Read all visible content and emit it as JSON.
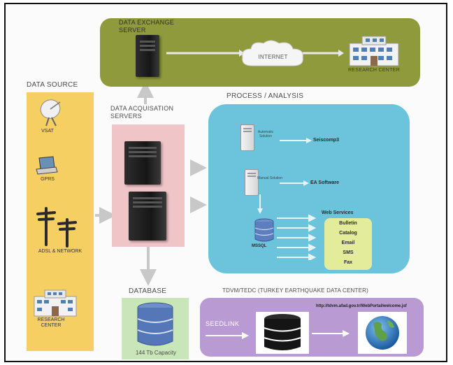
{
  "labels": {
    "data_exchange_server": "DATA EXCHANGE SERVER",
    "internet": "INTERNET",
    "research_center_top": "RESEARCH CENTER",
    "data_source": "DATA SOURCE",
    "data_acquisition_servers": "DATA ACQUISATION SERVERS",
    "process_analysis": "PROCESS / ANALYSIS",
    "vsat": "VSAT",
    "gprs": "GPRS",
    "adsl_network": "ADSL & NETWORK",
    "research_center_left": "RESEARCH CENTER",
    "automatic_solution": "Automatic Solution",
    "seiscomp3": "Seiscomp3",
    "manual_solution": "Manual Solution",
    "ea_software": "EA Software",
    "mssql": "MSSQL",
    "web_services": "Web Services",
    "database": "DATABASE",
    "db_capacity": "144 Tb Capacity",
    "tdvm": "TDVM/TEDC (TURKEY EARTHQUAKE DATA CENTER)",
    "url": "http://tdvm.afad.gov.tr/WebPortal/welcome.jsf",
    "seedlink": "SEEDLINK"
  },
  "web_services_items": [
    "Bulletin",
    "Catalog",
    "Email",
    "SMS",
    "Fax"
  ],
  "colors": {
    "exchange_panel": "#8e9a3c",
    "data_source_panel": "#f6cf62",
    "acquisition_panel": "#f0c5c8",
    "process_panel": "#6cc4dc",
    "web_services_panel": "#e2ec9a",
    "database_panel": "#c9e6b8",
    "tdvm_panel": "#b99ad2",
    "arrow": "#c8c8c8"
  }
}
